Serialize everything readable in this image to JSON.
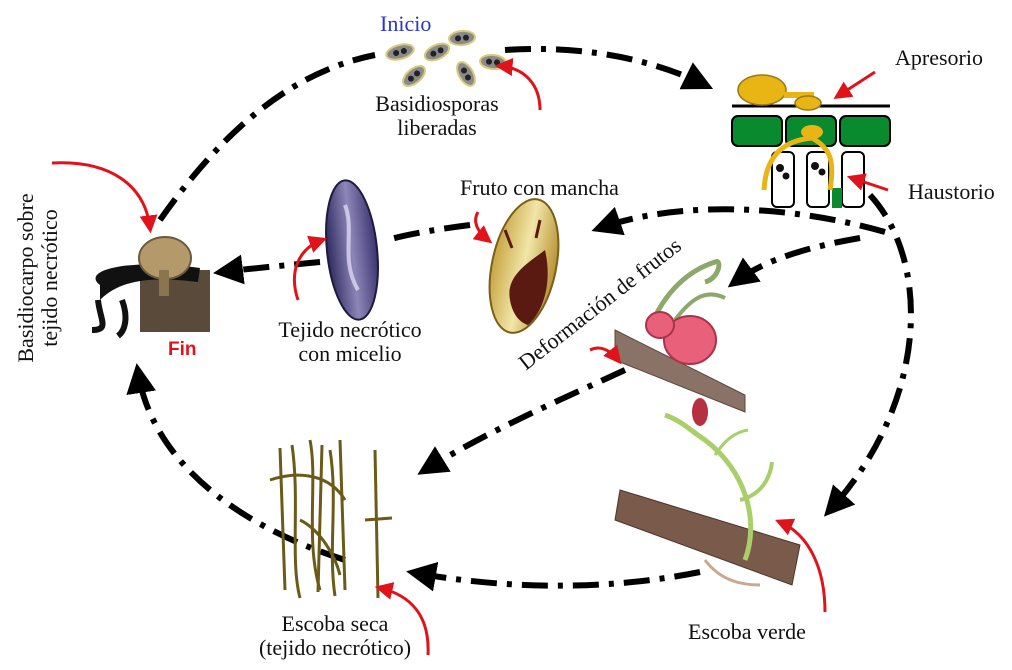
{
  "labels": {
    "start": "Inicio",
    "spores_1": "Basidiosporas",
    "spores_2": "liberadas",
    "appressorium": "Apresorio",
    "haustorium": "Haustorio",
    "spotted_fruit": "Fruto con mancha",
    "fruit_deformation": "Deformación de frutos",
    "necrotic_1": "Tejido necrótico",
    "necrotic_2": "con micelio",
    "basidiocarp_1": "Basidiocarpo sobre",
    "basidiocarp_2": "tejido necrótico",
    "end": "Fin",
    "dry_broom_1": "Escoba seca",
    "dry_broom_2": "(tejido necrótico)",
    "green_broom": "Escoba verde"
  },
  "colors": {
    "cycle_arrow": "#000000",
    "pointer_arrow": "#e0131b",
    "start_text": "#2b35c9",
    "end_text": "#e0131b",
    "leaf_tissue": "#0a8a2e",
    "fungus": "#e9b514"
  }
}
